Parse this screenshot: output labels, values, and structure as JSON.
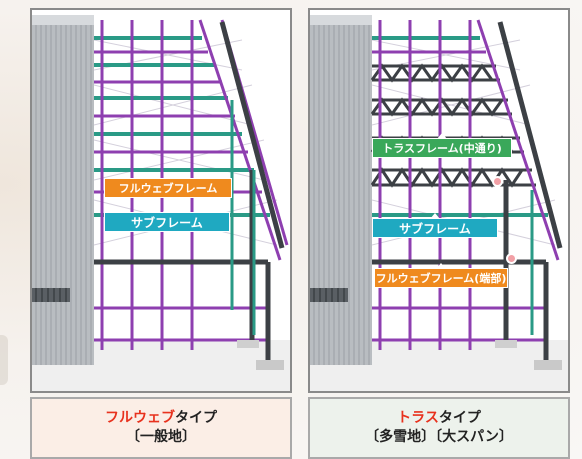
{
  "left_panel": {
    "labels": {
      "full_web_frame": "フルウェブフレーム",
      "sub_frame": "サブフレーム"
    },
    "caption": {
      "highlight": "フルウェブ",
      "rest": "タイプ",
      "line2": "〔一般地〕"
    }
  },
  "right_panel": {
    "labels": {
      "truss_frame": "トラスフレーム(中通り)",
      "sub_frame": "サブフレーム",
      "full_web_end": "フルウェブフレーム(端部)"
    },
    "caption": {
      "highlight": "トラス",
      "rest": "タイプ",
      "line2": "〔多雪地〕〔大スパン〕"
    }
  },
  "colors": {
    "purple_member": "#8e3fb0",
    "teal_member": "#2a9a86",
    "dark_steel": "#3c4045",
    "orange_label": "#ef8a1e",
    "cyan_label": "#1fa9c1",
    "green_label": "#3aa85a",
    "caption_highlight": "#e8321e"
  }
}
